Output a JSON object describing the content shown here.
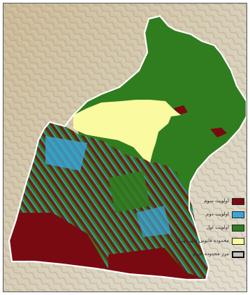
{
  "legend": {
    "items": [
      {
        "label": "اولویت سوم",
        "color": "#7a0a12"
      },
      {
        "label": "اولویت دوم",
        "color": "#3aa6d8"
      },
      {
        "label": "اولویت اول",
        "color": "#2f7d1f"
      },
      {
        "label": "محدوده قانونی شهر تهران",
        "color": "#fafaa0"
      },
      {
        "label": "مرز محدوده حریم",
        "color": "#c4c2bc",
        "outline": "#111111"
      }
    ]
  }
}
